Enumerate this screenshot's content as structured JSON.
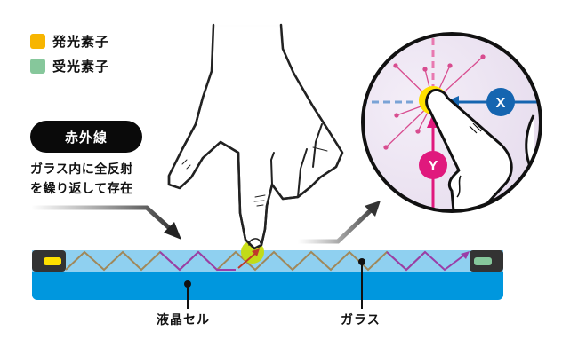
{
  "legend": {
    "items": [
      {
        "label": "発光素子",
        "color": "#F7B500"
      },
      {
        "label": "受光素子",
        "color": "#86C79B"
      }
    ]
  },
  "callout": {
    "pill_label": "赤外線",
    "description_line1": "ガラス内に全反射",
    "description_line2": "を繰り返して存在"
  },
  "panel": {
    "glass_color": "#8FD0F0",
    "lcd_color": "#0097DE",
    "bezel_color": "#333333",
    "emitter_color": "#FFE000",
    "receiver_color": "#86C79B",
    "zigzag_colors": [
      "#A0885A",
      "#9A3DA8"
    ],
    "touch_color": "#C7DC00"
  },
  "labels": {
    "lcd": "液晶セル",
    "glass": "ガラス"
  },
  "zoom_view": {
    "x_badge": "X",
    "y_badge": "Y",
    "x_color": "#1565B0",
    "y_color": "#E0197D",
    "touch_ring_color": "#FFE000"
  }
}
